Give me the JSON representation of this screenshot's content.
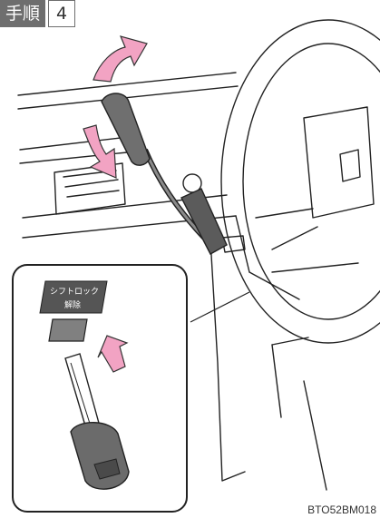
{
  "step": {
    "label": "手順",
    "number": "4"
  },
  "callout": {
    "sign_line1": "シフトロック",
    "sign_line2": "解除"
  },
  "image_code": "BTO52BM018",
  "colors": {
    "arrow_pink": "#f2a3c3",
    "header_gray": "#6e6e6e",
    "button_gray": "#808080"
  },
  "icons": {
    "up_arrow": "curved-up-arrow-icon",
    "down_arrow": "curved-down-arrow-icon",
    "insert_arrow": "straight-up-arrow-icon"
  }
}
